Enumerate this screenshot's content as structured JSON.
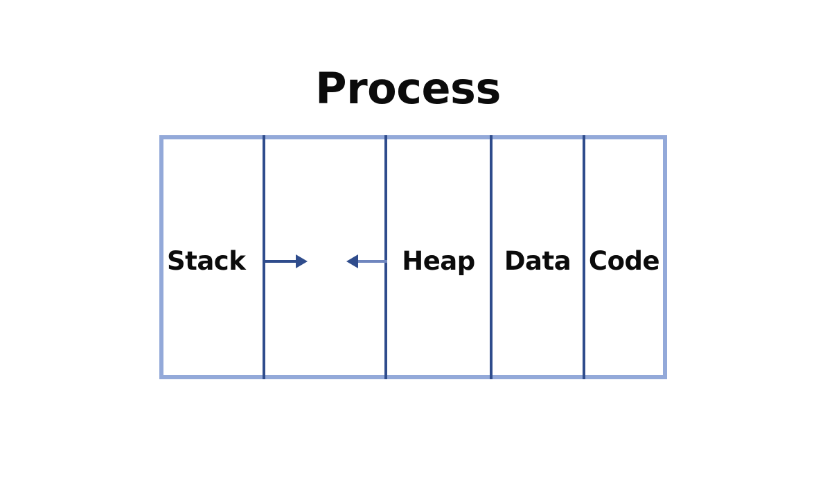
{
  "diagram": {
    "title": "Process",
    "type": "process-memory-layout",
    "background_color": "#ffffff",
    "title_color": "#0b0b0b",
    "outer_border_color": "#93a9d9",
    "divider_color": "#2f4c8c",
    "label_color": "#0b0b0b",
    "segments": [
      {
        "id": "stack",
        "label": "Stack",
        "align": "left"
      },
      {
        "id": "free-space",
        "label": "",
        "align": "center"
      },
      {
        "id": "heap",
        "label": "Heap",
        "align": "center"
      },
      {
        "id": "data",
        "label": "Data",
        "align": "center"
      },
      {
        "id": "code",
        "label": "Code",
        "align": "center"
      }
    ],
    "arrows": [
      {
        "id": "stack-growth",
        "direction": "right",
        "head_color": "#2f4c8c",
        "tail_color": "#2f4c8c"
      },
      {
        "id": "heap-growth",
        "direction": "left",
        "head_color": "#2f4c8c",
        "tail_color": "#6f86be"
      }
    ]
  }
}
